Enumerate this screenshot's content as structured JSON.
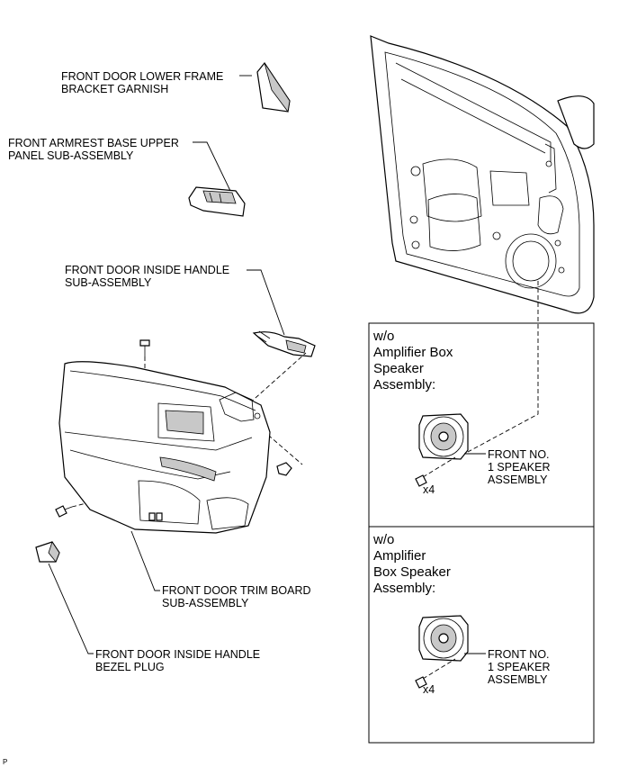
{
  "labels": {
    "lower_frame_garnish": [
      "FRONT DOOR LOWER FRAME",
      "BRACKET GARNISH"
    ],
    "armrest_upper_panel": [
      "FRONT ARMREST BASE UPPER",
      "PANEL SUB-ASSEMBLY"
    ],
    "inside_handle": [
      "FRONT DOOR INSIDE HANDLE",
      "SUB-ASSEMBLY"
    ],
    "trim_board": [
      "FRONT DOOR TRIM BOARD",
      "SUB-ASSEMBLY"
    ],
    "handle_bezel_plug": [
      "FRONT DOOR INSIDE HANDLE",
      "BEZEL PLUG"
    ]
  },
  "boxes": [
    {
      "condition": [
        "w/o",
        "Amplifier Box",
        "Speaker",
        "Assembly:"
      ],
      "part_label": [
        "FRONT NO.",
        "1 SPEAKER",
        "ASSEMBLY"
      ],
      "quantity": "x4"
    },
    {
      "condition": [
        "w/o",
        "Amplifier",
        "Box Speaker",
        "Assembly:"
      ],
      "part_label": [
        "FRONT NO.",
        "1 SPEAKER",
        "ASSEMBLY"
      ],
      "quantity": "x4"
    }
  ],
  "corner_mark": "P"
}
